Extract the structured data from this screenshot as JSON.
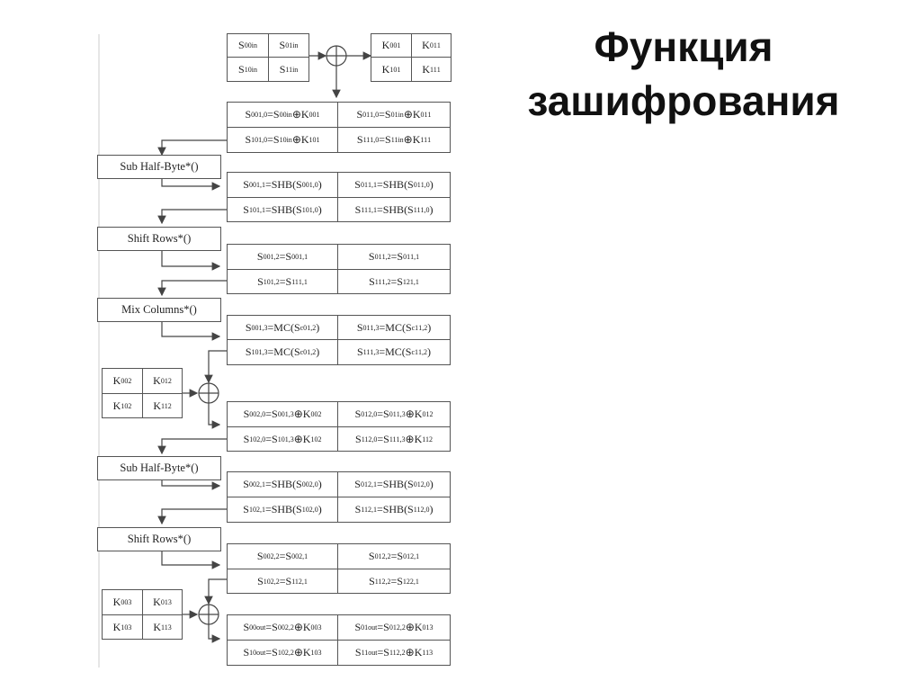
{
  "title": {
    "line1": "Функция",
    "line2": "зашифрования"
  },
  "input_state": [
    "S00in",
    "S01in",
    "S10in",
    "S11in"
  ],
  "key1": [
    "K00 1",
    "K01 1",
    "K10 1",
    "K11 1"
  ],
  "key2": [
    "K00 2",
    "K01 2",
    "K10 2",
    "K11 2"
  ],
  "key3": [
    "K00 3",
    "K01 3",
    "K10 3",
    "K11 3"
  ],
  "labels": {
    "sub1": "Sub Half-Byte*()",
    "shift1": "Shift Rows*()",
    "mix1": "Mix Columns*()",
    "sub2": "Sub Half-Byte*()",
    "shift2": "Shift Rows*()"
  }
}
